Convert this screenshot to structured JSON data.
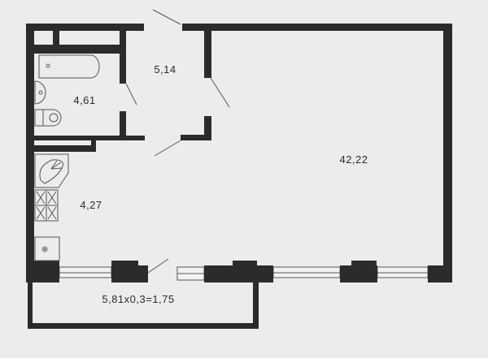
{
  "rooms": {
    "hallway_area": "5,14",
    "bathroom_area": "4,61",
    "living_room_area": "42,22",
    "kitchen_area": "4,27",
    "balcony_area": "5,81x0,3=1,75"
  },
  "colors": {
    "wall": "#2b2b2b",
    "background": "#ececec"
  }
}
